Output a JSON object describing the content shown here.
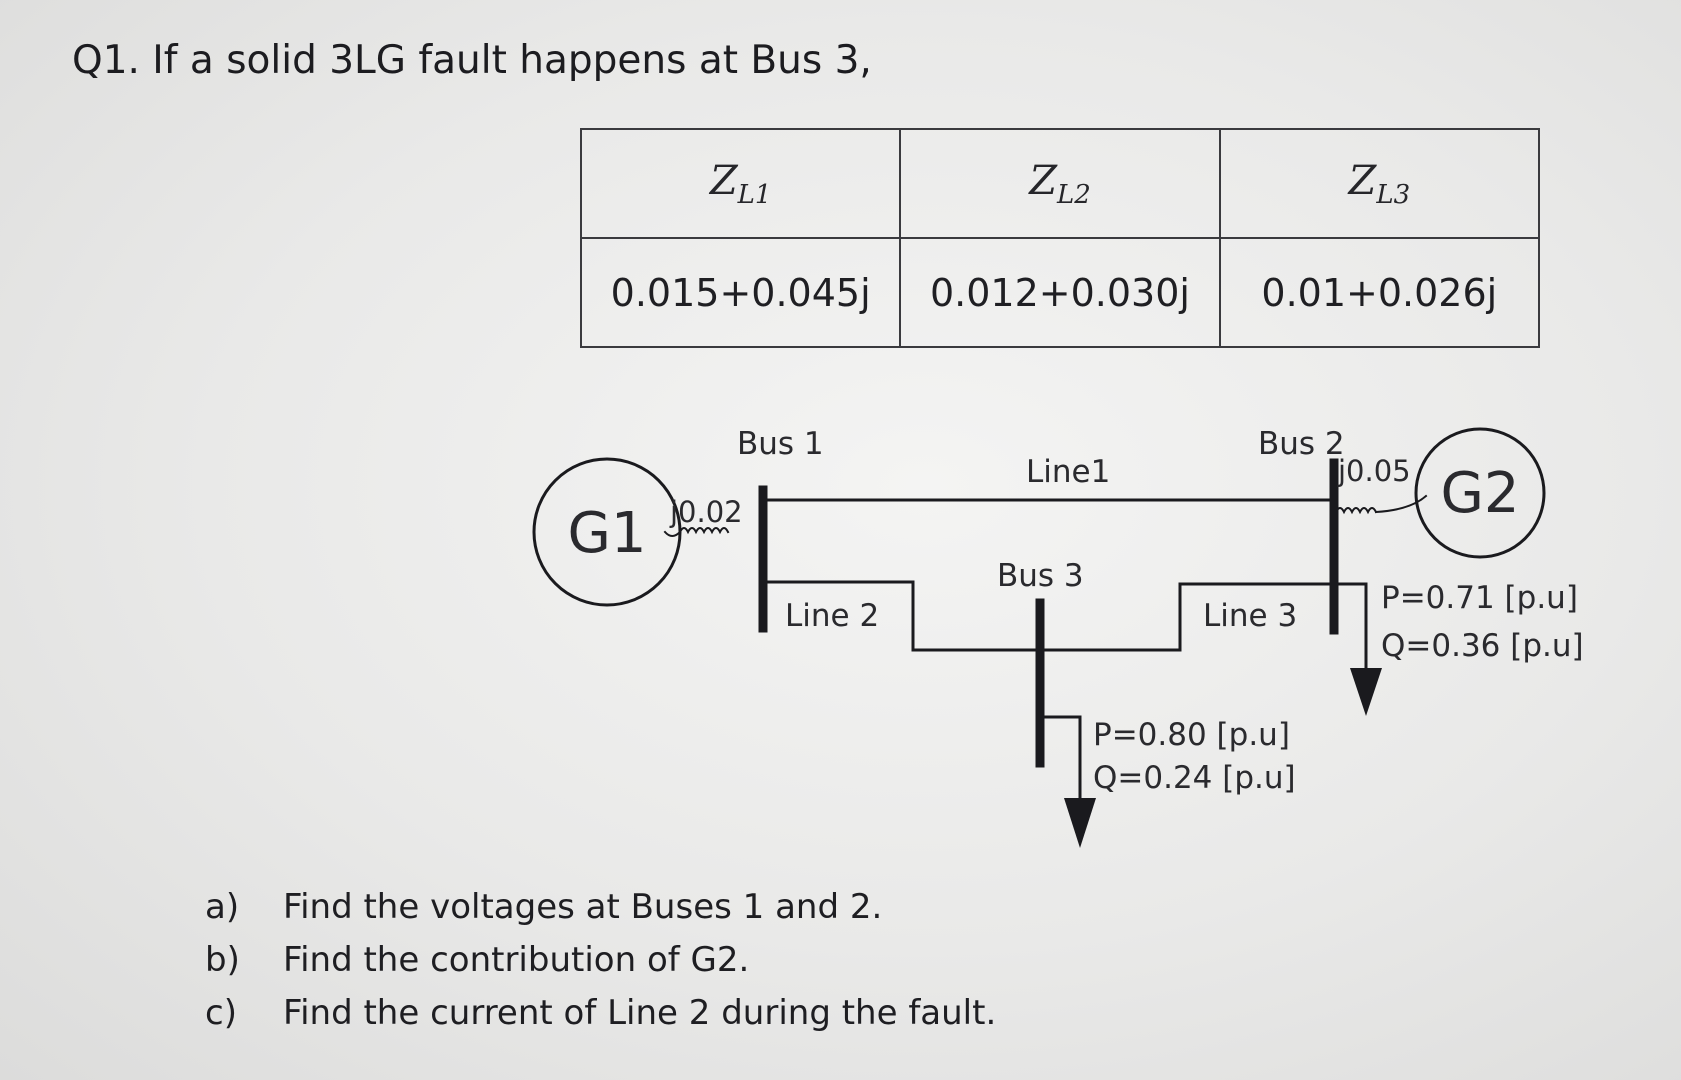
{
  "question": "Q1. If a solid 3LG fault happens at Bus 3,",
  "impedance_table": {
    "headers": [
      {
        "base": "Z",
        "sub": "L1"
      },
      {
        "base": "Z",
        "sub": "L2"
      },
      {
        "base": "Z",
        "sub": "L3"
      }
    ],
    "values": [
      "0.015+0.045j",
      "0.012+0.030j",
      "0.01+0.026j"
    ]
  },
  "diagram": {
    "g1_label": "G1",
    "g2_label": "G2",
    "g1_reactance": "j0.02",
    "g2_reactance": "j0.05",
    "bus1": "Bus 1",
    "bus2": "Bus 2",
    "bus3": "Bus 3",
    "line1": "Line1",
    "line2": "Line 2",
    "line3": "Line 3",
    "load_bus3": {
      "p": "P=0.80 [p.u]",
      "q": "Q=0.24 [p.u]"
    },
    "load_bus2": {
      "p": "P=0.71 [p.u]",
      "q": "Q=0.36 [p.u]"
    }
  },
  "tasks": [
    {
      "label": "a)",
      "text": "Find the voltages at Buses 1 and 2."
    },
    {
      "label": "b)",
      "text": "Find the contribution of G2."
    },
    {
      "label": "c)",
      "text": "Find the current of Line 2 during the fault."
    }
  ]
}
